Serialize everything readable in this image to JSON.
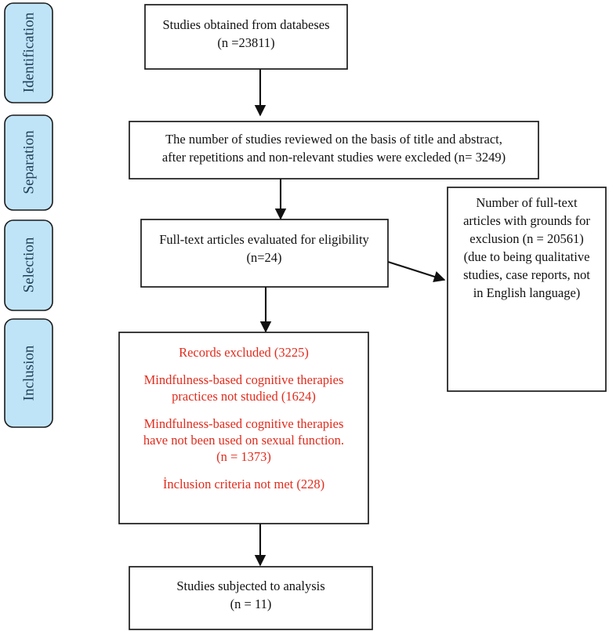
{
  "diagram": {
    "title": "PRISMA study selection flow diagram",
    "colors": {
      "stage_fill": "#bfe4f8",
      "stage_stroke": "#1a1a1a",
      "stage_text": "#1f3c56",
      "box_fill": "#ffffff",
      "box_stroke": "#1a1a1a",
      "body_text": "#111111",
      "excluded_text": "#e12b1c",
      "connector": "#111111"
    }
  },
  "stages": [
    {
      "label": "Identification"
    },
    {
      "label": "Separation"
    },
    {
      "label": "Selection"
    },
    {
      "label": "Inclusion"
    }
  ],
  "boxes": {
    "identification": {
      "lines": [
        "Studies obtained from databeses",
        "(n =23811)"
      ]
    },
    "screening": {
      "lines": [
        "The number of studies reviewed on the basis of title and abstract,",
        "after repetitions and non-relevant studies were excleded (n= 3249)"
      ]
    },
    "eligibility": {
      "lines": [
        "Full-text articles evaluated for eligibility",
        "(n=24)"
      ]
    },
    "full_text_excluded": {
      "lines": [
        "Number of full-text",
        "articles with grounds for",
        "exclusion (n = 20561)",
        "(due to being qualitative",
        "studies, case reports, not",
        "in English language)"
      ]
    },
    "records_excluded": {
      "groups": [
        {
          "lines": [
            "Records excluded (3225)"
          ]
        },
        {
          "lines": [
            "Mindfulness-based cognitive therapies",
            "practices not studied (1624)"
          ]
        },
        {
          "lines": [
            "Mindfulness-based cognitive therapies",
            "have not been used on sexual function.",
            "(n = 1373)"
          ]
        },
        {
          "lines": [
            "İnclusion criteria not met (228)"
          ]
        }
      ]
    },
    "included": {
      "lines": [
        "Studies subjected to analysis",
        "(n = 11)"
      ]
    }
  }
}
